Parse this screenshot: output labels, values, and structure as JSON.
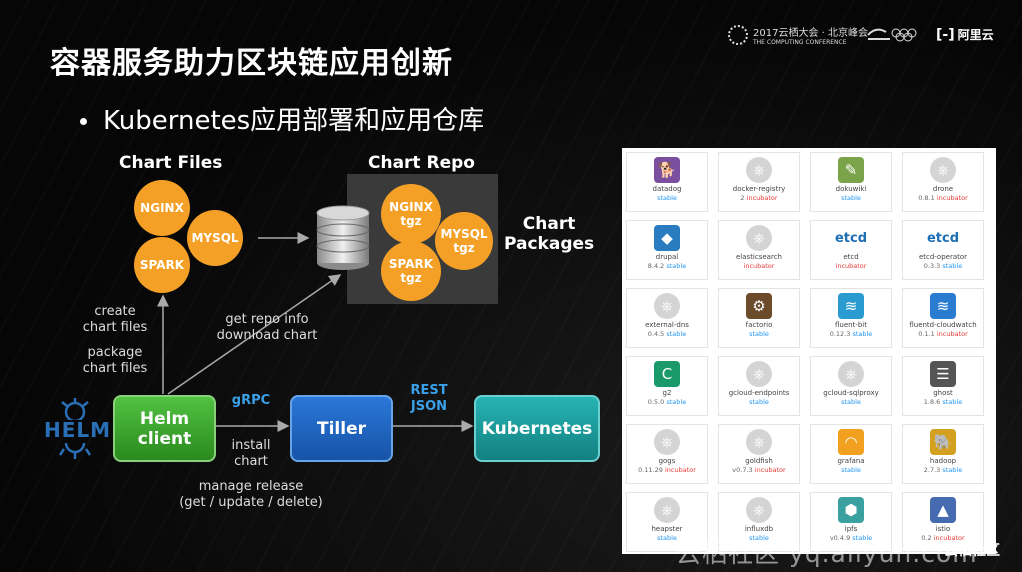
{
  "title": "容器服务助力区块链应用创新",
  "bullet": "Kubernetes应用部署和应用仓库",
  "logos": {
    "conference_line1": "2017云栖大会 · 北京峰会",
    "conference_line2": "THE COMPUTING CONFERENCE",
    "aliyun": "阿里云"
  },
  "diagram": {
    "chart_files_label": "Chart Files",
    "chart_repo_label": "Chart Repo",
    "chart_packages_line1": "Chart",
    "chart_packages_line2": "Packages",
    "chart_files": [
      "NGINX",
      "MYSQL",
      "SPARK"
    ],
    "repo_packages": [
      {
        "name": "NGINX",
        "ext": "tgz"
      },
      {
        "name": "MYSQL",
        "ext": "tgz"
      },
      {
        "name": "SPARK",
        "ext": "tgz"
      }
    ],
    "create_line1": "create",
    "create_line2": "chart files",
    "package_line1": "package",
    "package_line2": "chart files",
    "get_repo_line1": "get repo info",
    "get_repo_line2": "download chart",
    "grpc": "gRPC",
    "rest_line1": "REST",
    "rest_line2": "JSON",
    "install_line1": "install",
    "install_line2": "chart",
    "manage_line1": "manage release",
    "manage_line2": "(get / update / delete)",
    "helm_logo": "HELM",
    "helm_client_line1": "Helm",
    "helm_client_line2": "client",
    "tiller": "Tiller",
    "kubernetes": "Kubernetes"
  },
  "charts_panel": [
    {
      "name": "datadog",
      "version": "",
      "status": "stable",
      "icon": "dog-icon"
    },
    {
      "name": "docker-registry",
      "version": "2",
      "status": "incubator",
      "icon": "helm-wheel-icon"
    },
    {
      "name": "dokuwiki",
      "version": "",
      "status": "stable",
      "icon": "dokuwiki-icon"
    },
    {
      "name": "drone",
      "version": "0.8.1",
      "status": "incubator",
      "icon": "helm-wheel-icon"
    },
    {
      "name": "drupal",
      "version": "8.4.2",
      "status": "stable",
      "icon": "drupal-icon"
    },
    {
      "name": "elasticsearch",
      "version": "",
      "status": "incubator",
      "icon": "helm-wheel-icon"
    },
    {
      "name": "etcd",
      "version": "",
      "status": "incubator",
      "icon": "etcd-icon"
    },
    {
      "name": "etcd-operator",
      "version": "0.3.3",
      "status": "stable",
      "icon": "etcd-icon"
    },
    {
      "name": "external-dns",
      "version": "0.4.5",
      "status": "stable",
      "icon": "helm-wheel-icon"
    },
    {
      "name": "factorio",
      "version": "",
      "status": "stable",
      "icon": "factorio-icon"
    },
    {
      "name": "fluent-bit",
      "version": "0.12.3",
      "status": "stable",
      "icon": "fluentbit-icon"
    },
    {
      "name": "fluentd-cloudwatch",
      "version": "0.1.1",
      "status": "incubator",
      "icon": "fluentd-icon"
    },
    {
      "name": "g2",
      "version": "0.5.0",
      "status": "stable",
      "icon": "g2-icon"
    },
    {
      "name": "gcloud-endpoints",
      "version": "",
      "status": "stable",
      "icon": "helm-wheel-icon"
    },
    {
      "name": "gcloud-sqlproxy",
      "version": "",
      "status": "stable",
      "icon": "helm-wheel-icon"
    },
    {
      "name": "ghost",
      "version": "1.8.6",
      "status": "stable",
      "icon": "ghost-icon"
    },
    {
      "name": "gogs",
      "version": "0.11.29",
      "status": "incubator",
      "icon": "helm-wheel-icon"
    },
    {
      "name": "goldfish",
      "version": "v0.7.3",
      "status": "incubator",
      "icon": "helm-wheel-icon"
    },
    {
      "name": "grafana",
      "version": "",
      "status": "stable",
      "icon": "grafana-icon"
    },
    {
      "name": "hadoop",
      "version": "2.7.3",
      "status": "stable",
      "icon": "hadoop-icon"
    },
    {
      "name": "heapster",
      "version": "",
      "status": "stable",
      "icon": "helm-wheel-icon"
    },
    {
      "name": "influxdb",
      "version": "",
      "status": "stable",
      "icon": "helm-wheel-icon"
    },
    {
      "name": "ipfs",
      "version": "v0.4.9",
      "status": "stable",
      "icon": "ipfs-icon"
    },
    {
      "name": "istio",
      "version": "0.2",
      "status": "incubator",
      "icon": "istio-icon"
    }
  ],
  "watermark": "云栖社区 yq.aliyun.com",
  "footer_logo": "云栖社区",
  "colors": {
    "orange": "#f4a026",
    "helm_green": "#3aa52c",
    "tiller_blue": "#1e64c0",
    "k8s_teal": "#1a9a9a",
    "stable": "#2196f3",
    "incubator": "#e53935"
  }
}
